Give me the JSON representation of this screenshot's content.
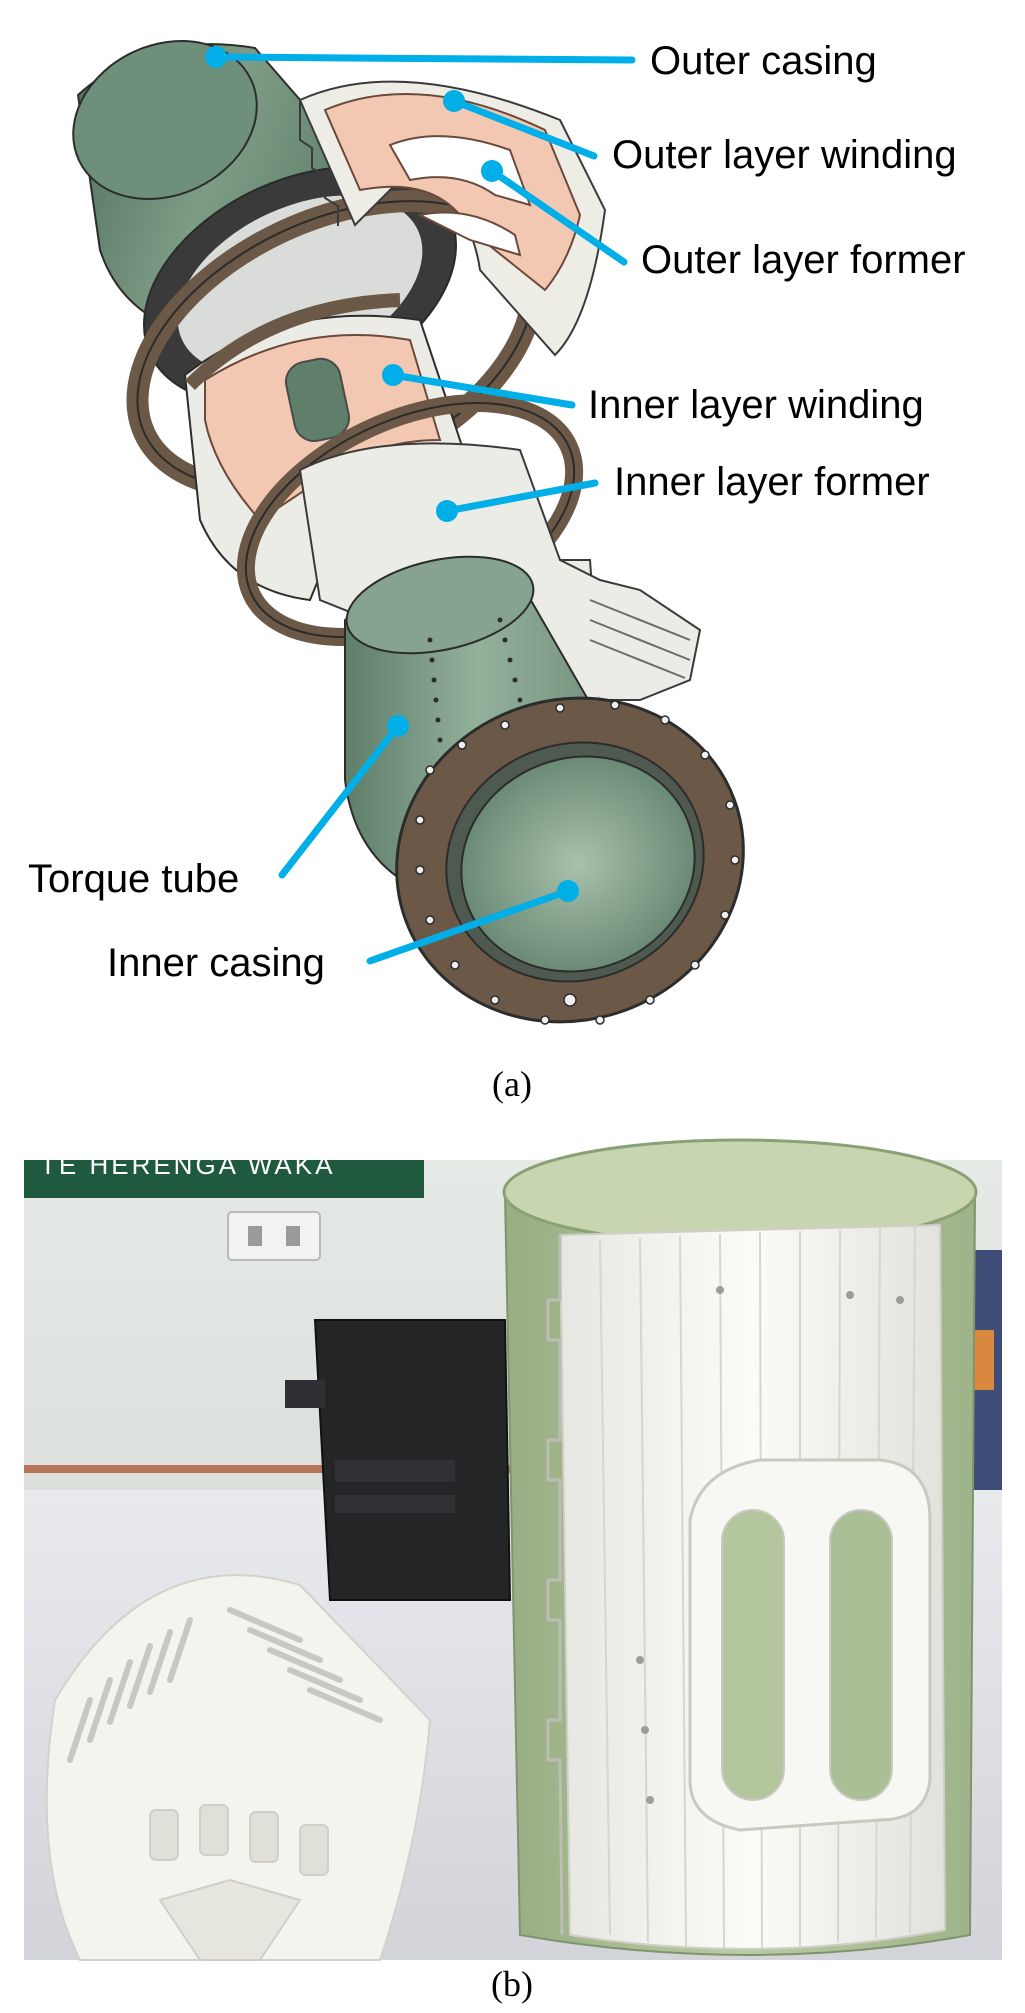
{
  "panel_a": {
    "labels": {
      "outer_casing": "Outer casing",
      "outer_layer_winding": "Outer layer winding",
      "outer_layer_former": "Outer layer former",
      "inner_layer_winding": "Inner layer winding",
      "inner_layer_former": "Inner layer former",
      "torque_tube": "Torque tube",
      "inner_casing": "Inner casing"
    },
    "caption": "(a)"
  },
  "panel_b": {
    "sign_text": "TE HERENGA WAKA",
    "caption": "(b)"
  },
  "colors": {
    "leader": "#00aee8",
    "casing_green": "#6f8f78",
    "flange_brown": "#6b5846",
    "winding_copper": "#f2c8b2",
    "former_white": "#ecece6",
    "photo_former_white": "#f4f4f0",
    "photo_tube_green": "#a9bd92"
  }
}
